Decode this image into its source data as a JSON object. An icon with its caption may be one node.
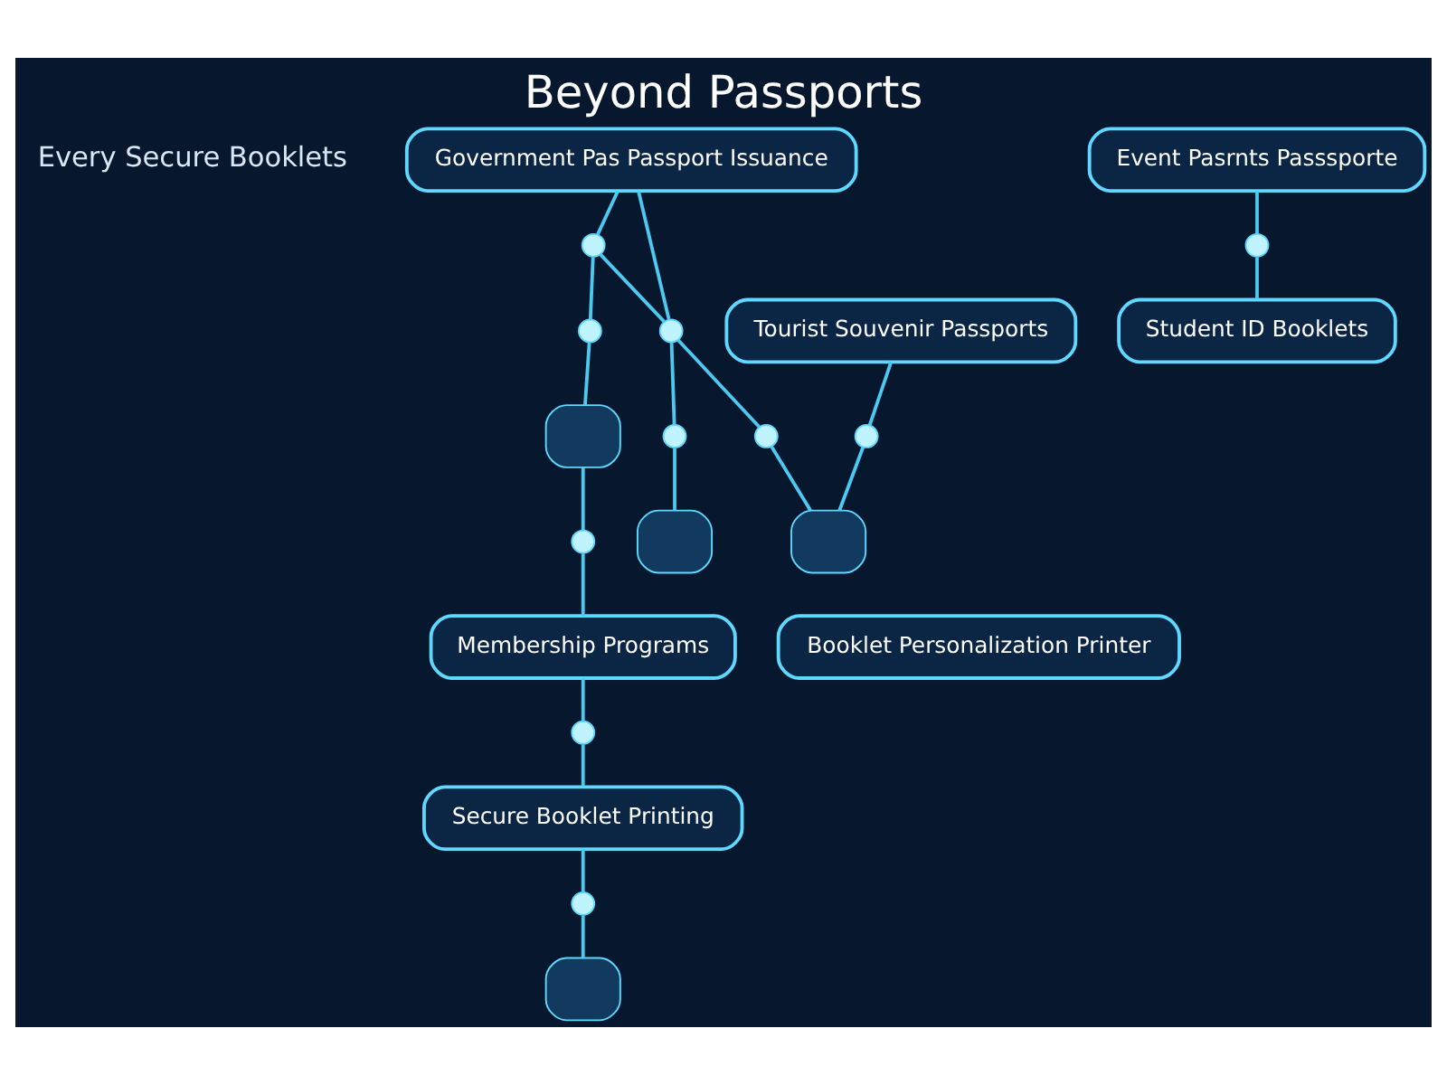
{
  "diagram": {
    "title": "Beyond Passports",
    "nodes": [
      {
        "text": [
          "Government Pas Passport Issuance"
        ]
      },
      {
        "text": [],
        "shape": "circle"
      },
      {
        "text": [],
        "shape": "circle"
      },
      {
        "text": [],
        "shape": "box"
      },
      {
        "text": [],
        "shape": "circle"
      },
      {
        "text": [
          "Membership Programs"
        ]
      },
      {
        "text": [],
        "shape": "circle"
      },
      {
        "text": [
          "Secure Booklet Printing"
        ]
      },
      {
        "text": [],
        "shape": "circle"
      },
      {
        "text": [],
        "shape": "box"
      },
      {
        "text": [
          "Tourist Souvenir Passports"
        ]
      },
      {
        "text": [],
        "shape": "circle"
      },
      {
        "text": [],
        "shape": "box"
      },
      {
        "text": [],
        "shape": "circle"
      },
      {
        "text": [],
        "shape": "circle"
      },
      {
        "text": [],
        "shape": "box"
      },
      {
        "text": [],
        "shape": "circle"
      },
      {
        "text": [
          "Event Pasrnts Passsporte"
        ]
      },
      {
        "text": [],
        "shape": "circle"
      },
      {
        "text": [
          "Student ID Booklets"
        ]
      },
      {
        "text": [
          "Booklet Personalization Printer"
        ]
      }
    ],
    "edges": [
      {
        "from": 0,
        "to": 1,
        "arrow": "none"
      },
      {
        "from": 1,
        "to": 2,
        "arrow": "none"
      },
      {
        "from": 2,
        "to": 3,
        "arrow": "none"
      },
      {
        "from": 3,
        "to": 4,
        "arrow": "none"
      },
      {
        "from": 4,
        "to": 5,
        "arrow": "none"
      },
      {
        "from": 5,
        "to": 6,
        "arrow": "none"
      },
      {
        "from": 6,
        "to": 7,
        "arrow": "none"
      },
      {
        "from": 7,
        "to": 8,
        "arrow": "none"
      },
      {
        "from": 8,
        "to": 9,
        "arrow": "none"
      },
      {
        "from": 0,
        "to": 11,
        "arrow": "none"
      },
      {
        "from": 1,
        "to": 11,
        "arrow": "none"
      },
      {
        "from": 11,
        "to": 13,
        "arrow": "none"
      },
      {
        "from": 13,
        "to": 12,
        "arrow": "none"
      },
      {
        "from": 11,
        "to": 14,
        "arrow": "none"
      },
      {
        "from": 14,
        "to": 15,
        "arrow": "none"
      },
      {
        "from": 10,
        "to": 16,
        "arrow": "none"
      },
      {
        "from": 16,
        "to": 15,
        "arrow": "none"
      },
      {
        "from": 17,
        "to": 18,
        "arrow": "none"
      },
      {
        "from": 18,
        "to": 19,
        "arrow": "none"
      }
    ],
    "labels": [
      "Every Secure Booklets"
    ]
  }
}
